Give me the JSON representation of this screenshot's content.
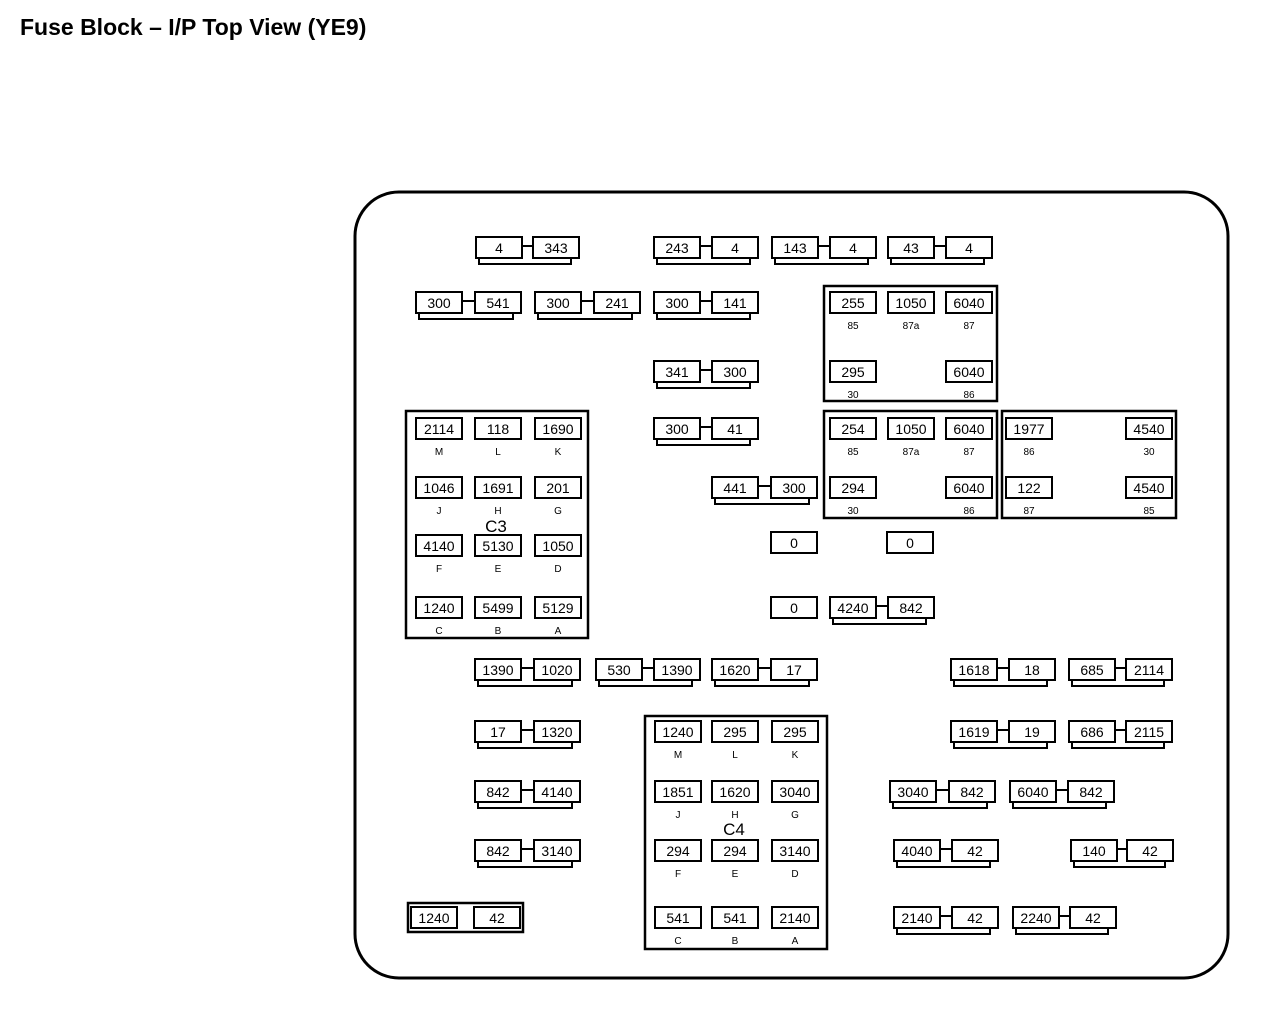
{
  "page": {
    "title": "Fuse Block – I/P Top View (YE9)"
  },
  "fuses": [
    {
      "left": "4",
      "right": "343"
    },
    {
      "left": "243",
      "right": "4"
    },
    {
      "left": "143",
      "right": "4"
    },
    {
      "left": "43",
      "right": "4"
    },
    {
      "left": "300",
      "right": "541"
    },
    {
      "left": "300",
      "right": "241"
    },
    {
      "left": "300",
      "right": "141"
    },
    {
      "left": "341",
      "right": "300"
    },
    {
      "left": "300",
      "right": "41"
    },
    {
      "left": "441",
      "right": "300"
    },
    {
      "left": "4240",
      "right": "842"
    },
    {
      "left": "1390",
      "right": "1020"
    },
    {
      "left": "530",
      "right": "1390"
    },
    {
      "left": "1620",
      "right": "17"
    },
    {
      "left": "1618",
      "right": "18"
    },
    {
      "left": "685",
      "right": "2114"
    },
    {
      "left": "17",
      "right": "1320"
    },
    {
      "left": "1619",
      "right": "19"
    },
    {
      "left": "686",
      "right": "2115"
    },
    {
      "left": "842",
      "right": "4140"
    },
    {
      "left": "3040",
      "right": "842"
    },
    {
      "left": "6040",
      "right": "842"
    },
    {
      "left": "842",
      "right": "3140"
    },
    {
      "left": "4040",
      "right": "42"
    },
    {
      "left": "140",
      "right": "42"
    },
    {
      "left": "1240",
      "right": "42"
    },
    {
      "left": "2140",
      "right": "42"
    },
    {
      "left": "2240",
      "right": "42"
    }
  ],
  "single_fuses": [
    "0",
    "0",
    "0"
  ],
  "relays": [
    {
      "cells": [
        {
          "value": "255",
          "pin": "85"
        },
        {
          "value": "1050",
          "pin": "87a"
        },
        {
          "value": "6040",
          "pin": "87"
        },
        {
          "value": "295",
          "pin": "30"
        },
        {
          "value": "6040",
          "pin": "86"
        }
      ]
    },
    {
      "cells": [
        {
          "value": "254",
          "pin": "85"
        },
        {
          "value": "1050",
          "pin": "87a"
        },
        {
          "value": "6040",
          "pin": "87"
        },
        {
          "value": "294",
          "pin": "30"
        },
        {
          "value": "6040",
          "pin": "86"
        }
      ]
    },
    {
      "cells": [
        {
          "value": "1977",
          "pin": "86"
        },
        {
          "value": "4540",
          "pin": "30"
        },
        {
          "value": "122",
          "pin": "87"
        },
        {
          "value": "4540",
          "pin": "85"
        }
      ]
    }
  ],
  "connectors": [
    {
      "name": "C3",
      "cells": [
        {
          "value": "2114",
          "pin": "M"
        },
        {
          "value": "118",
          "pin": "L"
        },
        {
          "value": "1690",
          "pin": "K"
        },
        {
          "value": "1046",
          "pin": "J"
        },
        {
          "value": "1691",
          "pin": "H"
        },
        {
          "value": "201",
          "pin": "G"
        },
        {
          "value": "4140",
          "pin": "F"
        },
        {
          "value": "5130",
          "pin": "E"
        },
        {
          "value": "1050",
          "pin": "D"
        },
        {
          "value": "1240",
          "pin": "C"
        },
        {
          "value": "5499",
          "pin": "B"
        },
        {
          "value": "5129",
          "pin": "A"
        }
      ]
    },
    {
      "name": "C4",
      "cells": [
        {
          "value": "1240",
          "pin": "M"
        },
        {
          "value": "295",
          "pin": "L"
        },
        {
          "value": "295",
          "pin": "K"
        },
        {
          "value": "1851",
          "pin": "J"
        },
        {
          "value": "1620",
          "pin": "H"
        },
        {
          "value": "3040",
          "pin": "G"
        },
        {
          "value": "294",
          "pin": "F"
        },
        {
          "value": "294",
          "pin": "E"
        },
        {
          "value": "3140",
          "pin": "D"
        },
        {
          "value": "541",
          "pin": "C"
        },
        {
          "value": "541",
          "pin": "B"
        },
        {
          "value": "2140",
          "pin": "A"
        }
      ]
    }
  ]
}
